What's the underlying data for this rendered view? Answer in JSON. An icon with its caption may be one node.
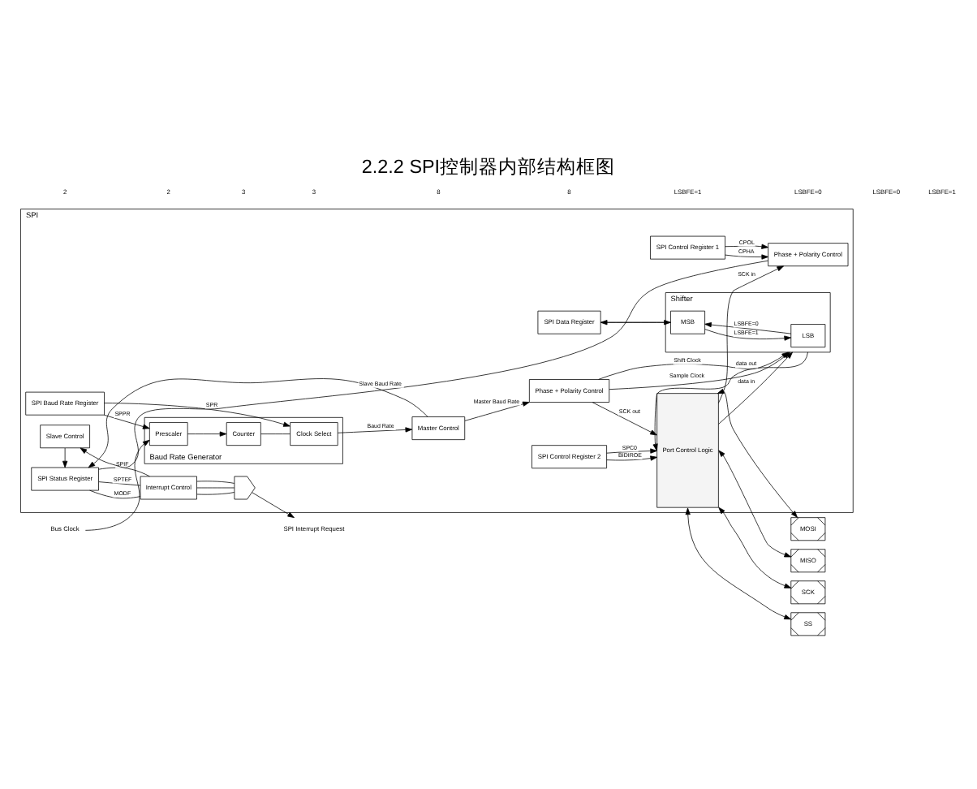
{
  "diagram": {
    "title": "2.2.2 SPI控制器内部结构框图",
    "nodes": [
      {
        "text": [
          "SPI"
        ]
      },
      {
        "text": [
          "SPI Control Register 1"
        ],
        "in": 0
      },
      {
        "text": [
          "SPI Control Register 2"
        ],
        "in": 0
      },
      {
        "text": [
          "SPI Status Register"
        ],
        "in": 0
      },
      {
        "text": [
          "Interrupt Control"
        ],
        "in": 0
      },
      {
        "text": [],
        "shape": "gate",
        "in": 0
      },
      {
        "text": [
          "Slave Control"
        ],
        "in": 0
      },
      {
        "text": [
          "Master Control"
        ],
        "in": 0
      },
      {
        "text": [
          "Baud Rate Generator"
        ],
        "in": 0
      },
      {
        "text": [
          "Counter"
        ],
        "in": 8
      },
      {
        "text": [
          "Prescaler"
        ],
        "in": 8
      },
      {
        "text": [
          "Clock Select"
        ],
        "in": 8
      },
      {
        "text": [
          "SPI Baud Rate Register"
        ],
        "in": 0
      },
      {
        "text": [
          "SPI Data Register"
        ],
        "in": 0
      },
      {
        "text": [
          "Phase + Polarity Control"
        ],
        "in": 0
      },
      {
        "text": [
          "Phase + Polarity Control"
        ],
        "in": 0
      },
      {
        "text": [
          "Port Control Logic"
        ],
        "in": 0
      },
      {
        "text": [
          "Shifter"
        ],
        "in": 0
      },
      {
        "text": [
          "MSB"
        ],
        "in": 17
      },
      {
        "text": [
          "LSB"
        ],
        "in": 17
      },
      {
        "text": [
          "MOSI"
        ]
      },
      {
        "text": [
          "MISO"
        ]
      },
      {
        "text": [
          "SCK"
        ]
      },
      {
        "text": [
          "SS"
        ]
      },
      {
        "text": [
          "SPI Interrupt Request"
        ]
      },
      {
        "text": [
          "Bus Clock"
        ]
      }
    ],
    "edges": [
      {
        "from": 1,
        "to": 14,
        "arrow": "to",
        "label": "CPOL"
      },
      {
        "from": 1,
        "to": 14,
        "arrow": "to",
        "label": "CPHA"
      },
      {
        "from": 2,
        "to": 16,
        "arrow": "to",
        "label": "BIDIROE"
      },
      {
        "from": 2,
        "to": 16,
        "arrow": "to",
        "label": "SPC0"
      },
      {
        "from": 3,
        "to": 4,
        "arrow": "none",
        "label": "SPIF"
      },
      {
        "from": 3,
        "to": 4,
        "arrow": "none",
        "label": "MODF"
      },
      {
        "from": 3,
        "to": 4,
        "arrow": "none",
        "label": "SPTEF"
      },
      {
        "from": 4,
        "to": 5,
        "arrow": "none"
      },
      {
        "from": 4,
        "to": 5,
        "arrow": "none"
      },
      {
        "from": 4,
        "to": 5,
        "arrow": "none"
      },
      {
        "from": 5,
        "to": 24,
        "arrow": "to"
      },
      {
        "from": 6,
        "to": 3,
        "arrow": "to"
      },
      {
        "from": 7,
        "to": 3,
        "arrow": "to"
      },
      {
        "from": 14,
        "to": 6,
        "arrow": "to",
        "label": "Slave Baud Rate"
      },
      {
        "from": 7,
        "to": 15,
        "arrow": "to",
        "label": "Master Baud Rate"
      },
      {
        "from": 11,
        "to": 7,
        "arrow": "to",
        "label": "Baud Rate"
      },
      {
        "from": 25,
        "to": 10,
        "arrow": "to"
      },
      {
        "from": 10,
        "to": 9,
        "arrow": "to"
      },
      {
        "from": 9,
        "to": 11,
        "arrow": "none"
      },
      {
        "from": 12,
        "to": 10,
        "arrow": "to",
        "label": "SPPR"
      },
      {
        "from": 12,
        "to": 11,
        "arrow": "to",
        "label": "SPR"
      },
      {
        "from": 16,
        "to": 14,
        "arrow": "to",
        "label": "SCK in"
      },
      {
        "from": 15,
        "to": 16,
        "arrow": "to",
        "label": "SCK out"
      },
      {
        "from": 15,
        "to": 17,
        "arrow": "to",
        "label": "Shift Clock"
      },
      {
        "from": 15,
        "to": 17,
        "arrow": "to",
        "label": "Sample Clock"
      },
      {
        "from": 16,
        "to": 17,
        "arrow": "to",
        "label": "data in"
      },
      {
        "from": 17,
        "to": 16,
        "arrow": "to",
        "label": "data out"
      },
      {
        "from": 13,
        "to": 18,
        "arrow": "to"
      },
      {
        "from": 18,
        "to": 13,
        "arrow": "to"
      },
      {
        "from": 18,
        "to": 19,
        "arrow": "to",
        "label": "LSBFE=1"
      },
      {
        "from": 19,
        "to": 18,
        "arrow": "to",
        "label": "LSBFE=0"
      },
      {
        "from": 16,
        "to": 20,
        "arrow": "both"
      },
      {
        "from": 16,
        "to": 21,
        "arrow": "both"
      },
      {
        "from": 16,
        "to": 22,
        "arrow": "both"
      },
      {
        "from": 16,
        "to": 23,
        "arrow": "both"
      }
    ],
    "labels": [
      "2",
      "2",
      "3",
      "3",
      "8",
      "8",
      "LSBFE=1",
      "LSBFE=0",
      "LSBFE=0",
      "LSBFE=1"
    ]
  }
}
